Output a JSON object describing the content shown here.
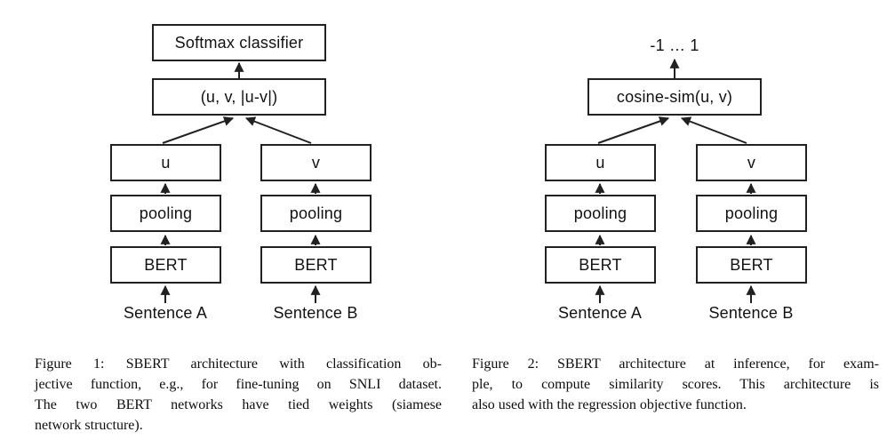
{
  "figure1": {
    "nodes": {
      "softmax": "Softmax classifier",
      "concat": "(u, v, |u-v|)",
      "u": "u",
      "v": "v",
      "pooling_a": "pooling",
      "pooling_b": "pooling",
      "bert_a": "BERT",
      "bert_b": "BERT",
      "sentence_a": "Sentence A",
      "sentence_b": "Sentence B"
    },
    "caption_lines": [
      "Figure 1: SBERT architecture with classification ob-",
      "jective function, e.g., for fine-tuning on SNLI dataset.",
      "The two BERT networks have tied weights (siamese",
      "network structure)."
    ]
  },
  "figure2": {
    "nodes": {
      "output_range": "-1 … 1",
      "cosine": "cosine-sim(u, v)",
      "u": "u",
      "v": "v",
      "pooling_a": "pooling",
      "pooling_b": "pooling",
      "bert_a": "BERT",
      "bert_b": "BERT",
      "sentence_a": "Sentence A",
      "sentence_b": "Sentence B"
    },
    "caption_lines": [
      "Figure 2: SBERT architecture at inference, for exam-",
      "ple, to compute similarity scores. This architecture is",
      "also used with the regression objective function."
    ]
  },
  "colors": {
    "stroke": "#212121",
    "text": "#121212",
    "background": "#ffffff"
  }
}
